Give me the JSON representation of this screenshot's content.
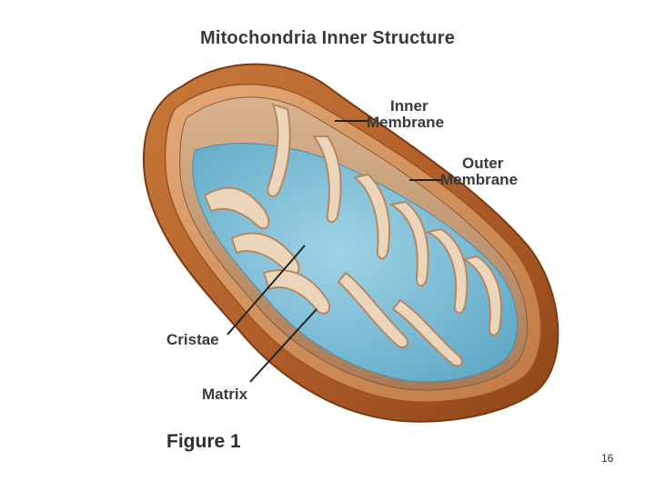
{
  "title": "Mitochondria Inner Structure",
  "labels": {
    "inner_membrane": [
      "Inner",
      "Membrane"
    ],
    "outer_membrane": [
      "Outer",
      "Membrane"
    ],
    "cristae": "Cristae",
    "matrix": "Matrix"
  },
  "caption": "Figure 1",
  "page_number": "16",
  "colors": {
    "outer_membrane": "#b8642a",
    "inner_membrane": "#ead2b4",
    "matrix": "#7fc0d9",
    "label_text": "#3a3a3a"
  }
}
